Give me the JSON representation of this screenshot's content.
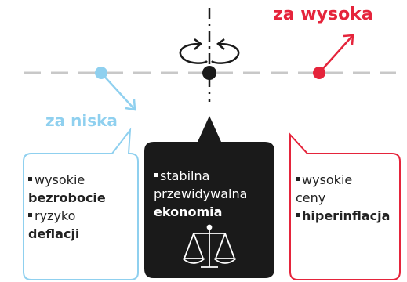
{
  "labels": {
    "high": "za wysoka",
    "low": "za niska"
  },
  "left_box": {
    "line1": "wysokie",
    "line2": "bezrobocie",
    "line3": "ryzyko",
    "line4": "deflacji"
  },
  "center_box": {
    "line1": "stabilna",
    "line2": "przewidywalna",
    "line3": "ekonomia"
  },
  "right_box": {
    "line1": "wysokie",
    "line2": "ceny",
    "line3": "hiperinflacja"
  },
  "colors": {
    "high": "#e5243b",
    "low": "#8fd0ef",
    "center": "#1a1a1a",
    "axis": "#c8c8c8"
  },
  "icons": {
    "rotation": "rotation-arrows-icon",
    "scale": "balance-scale-icon"
  }
}
